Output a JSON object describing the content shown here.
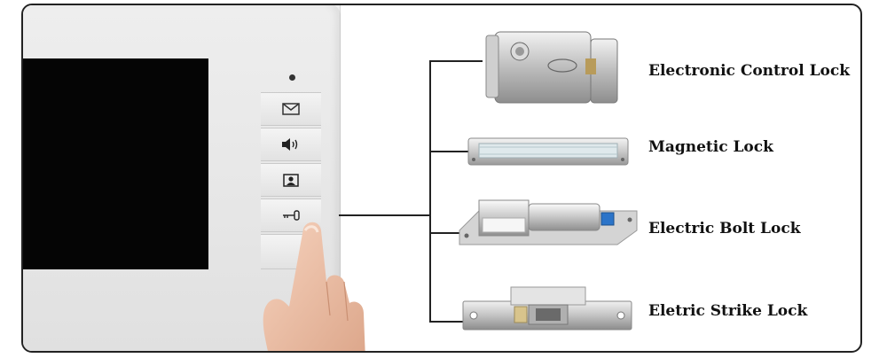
{
  "labels": {
    "electronic_control_lock": "Electronic Control Lock",
    "magnetic_lock": "Magnetic Lock",
    "electric_bolt_lock": "Electric Bolt Lock",
    "eletric_strike_lock": "Eletric Strike Lock"
  },
  "icons": [
    "envelope-icon",
    "speaker-icon",
    "contact-icon",
    "key-icon"
  ],
  "colors": {
    "border": "#222222",
    "monitor_body": "#e8e8e8",
    "screen": "#050505",
    "metal": "#c8c8c8"
  }
}
